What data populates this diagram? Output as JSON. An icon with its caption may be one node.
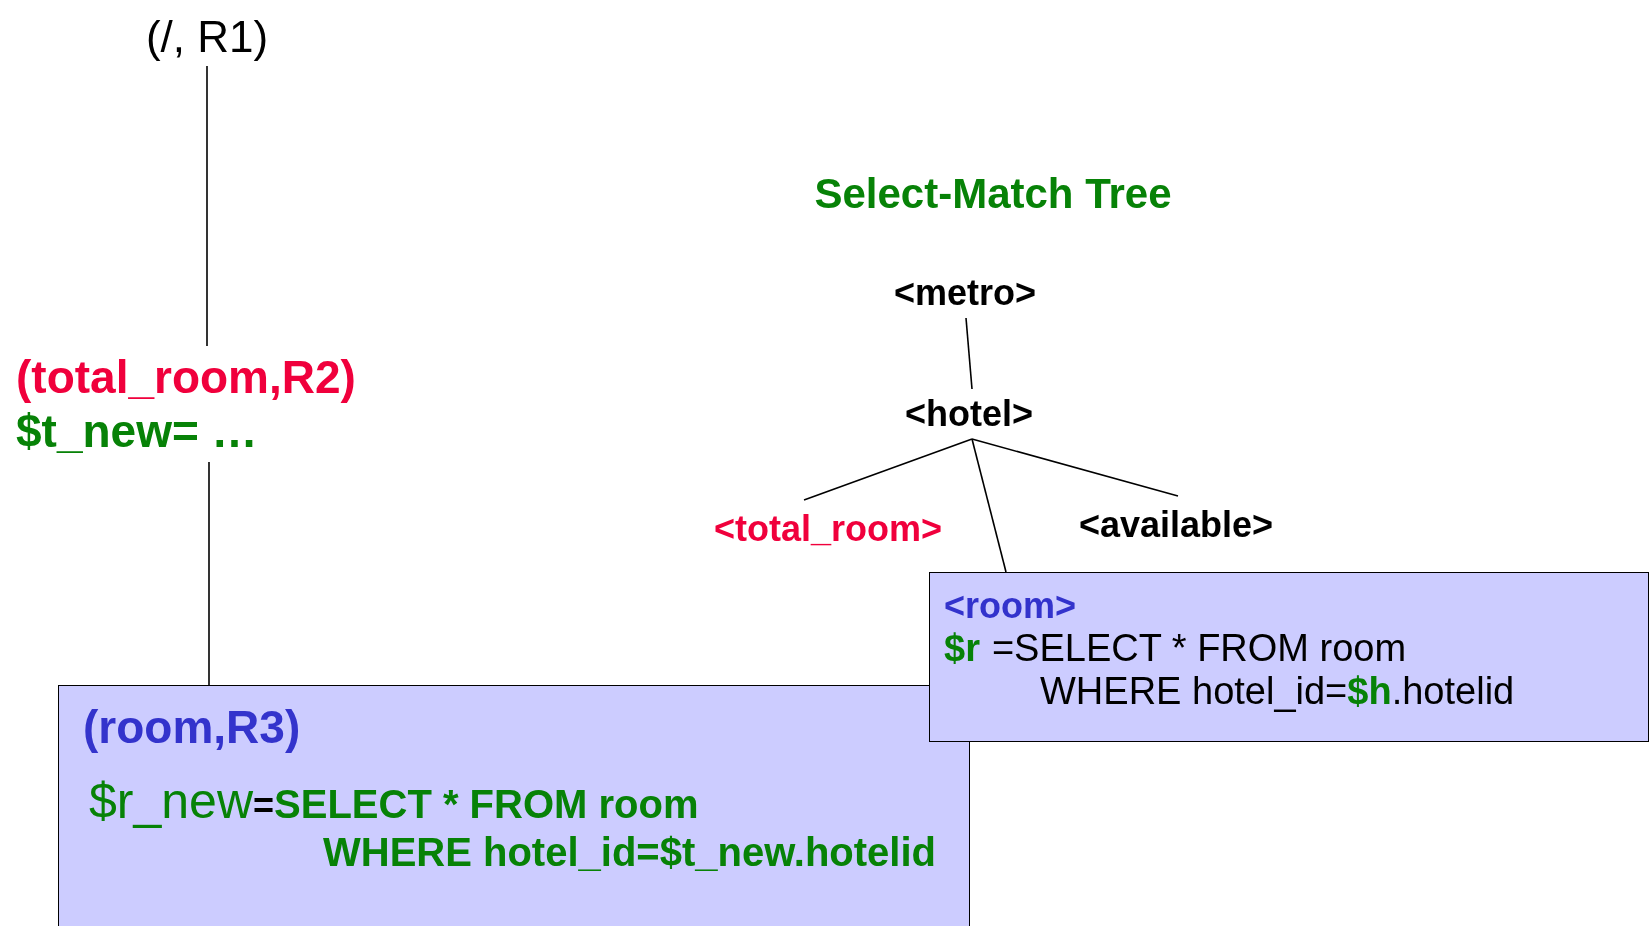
{
  "diagram": {
    "title": "Select-Match Tree",
    "nodes": [
      {
        "text": [
          "(/, R1)"
        ]
      },
      {
        "text": [
          "(total_room,R2)",
          "$t_new= …"
        ]
      },
      {
        "text": [
          "(room,R3)",
          "$r_new",
          "=",
          "SELECT * FROM room",
          "WHERE hotel_id=$t_new.hotelid"
        ]
      },
      {
        "text": [
          "<metro>"
        ]
      },
      {
        "text": [
          "<hotel>"
        ]
      },
      {
        "text": [
          "<total_room>"
        ]
      },
      {
        "text": [
          "<room>",
          "$r",
          "=SELECT * FROM room",
          "WHERE hotel_id=",
          "$h",
          ".hotelid"
        ]
      },
      {
        "text": [
          "<available>"
        ]
      }
    ],
    "edges": [
      {
        "from": 0,
        "to": 1,
        "arrow": "none"
      },
      {
        "from": 1,
        "to": 2,
        "arrow": "none"
      },
      {
        "from": 3,
        "to": 4,
        "arrow": "none"
      },
      {
        "from": 4,
        "to": 5,
        "arrow": "none"
      },
      {
        "from": 4,
        "to": 6,
        "arrow": "none"
      },
      {
        "from": 4,
        "to": 7,
        "arrow": "none"
      }
    ]
  }
}
